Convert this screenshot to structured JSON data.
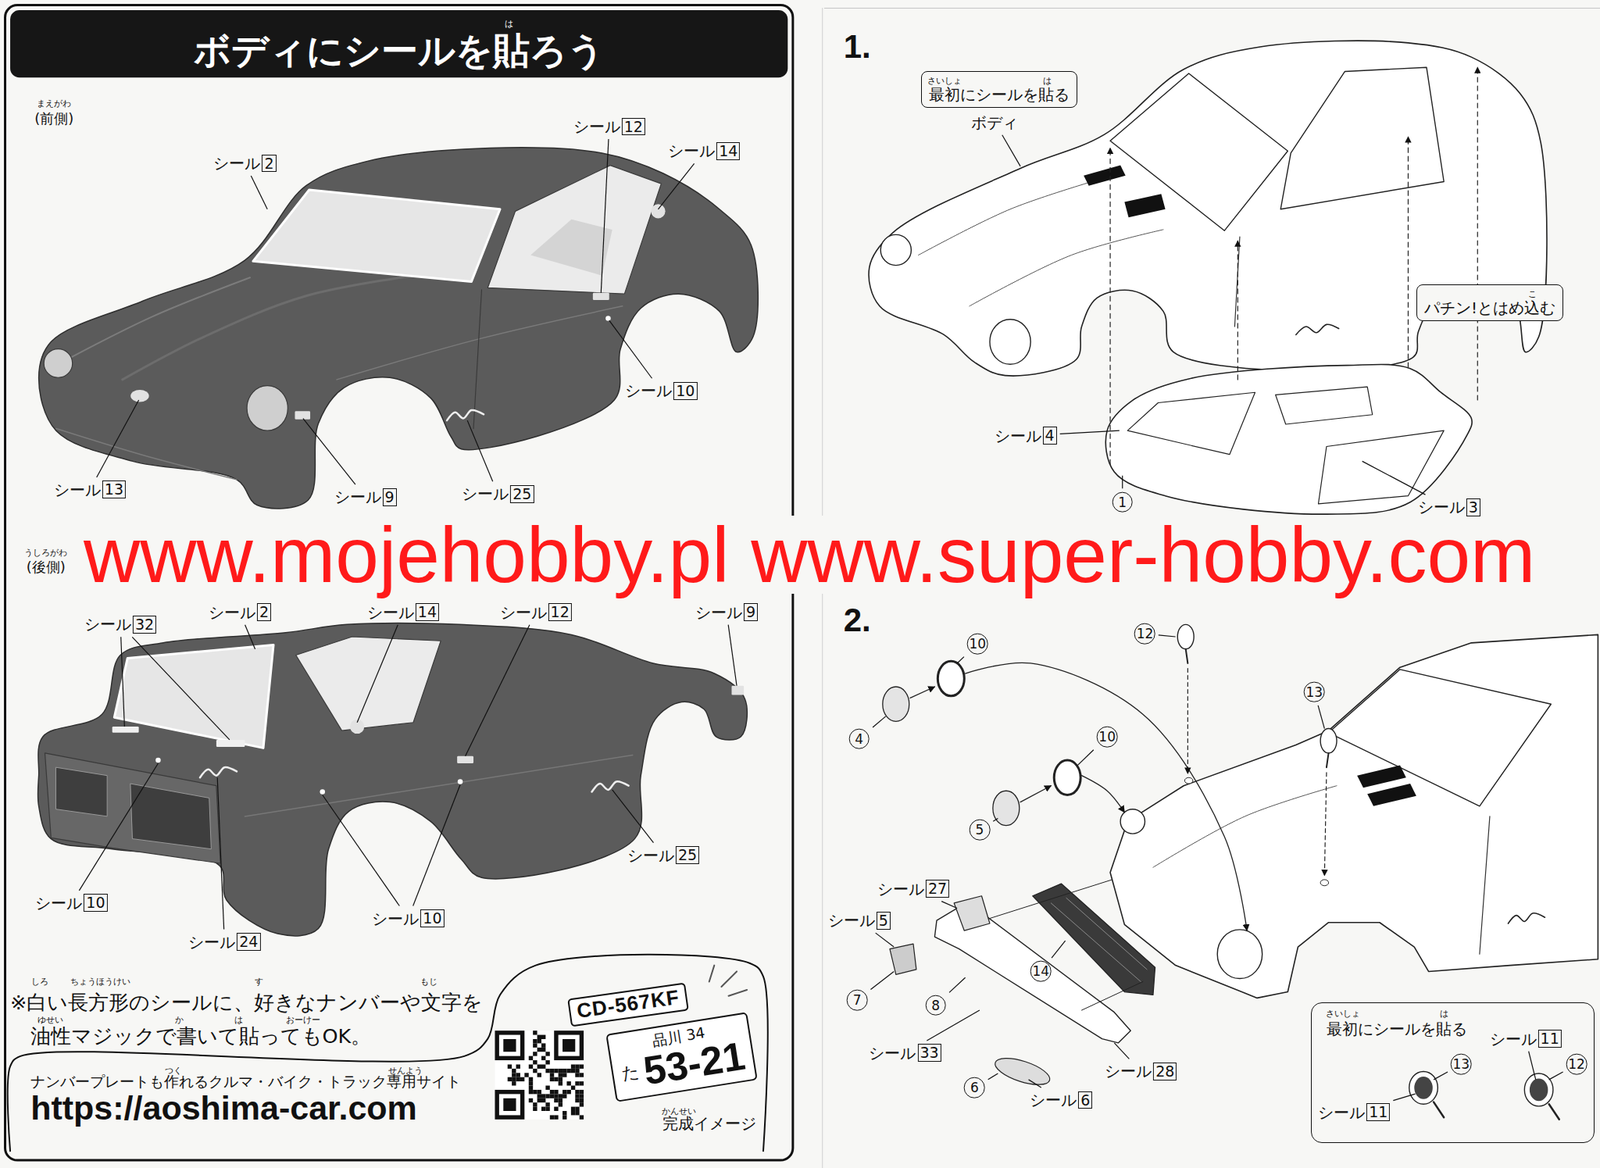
{
  "diagram": {
    "title": "ボディにシールを貼ろう",
    "nodes": [
      {
        "text": [
          "ナンバープレートも作れるクルマ・バイク・トラック専用サイト",
          "https://aoshima-car.com"
        ]
      },
      {
        "text": [
          "CD-567KF"
        ]
      },
      {
        "text": [
          "品川 34",
          "た",
          "53-21"
        ]
      },
      {
        "text": [
          "最初にシールを貼る"
        ]
      },
      {
        "text": [
          "パチン!とはめ込む"
        ]
      },
      {
        "text": [
          "最初にシールを貼る"
        ]
      }
    ],
    "labels": [
      "(前側)",
      "まえがわ",
      "シール",
      "2",
      "シール",
      "12",
      "シール",
      "14",
      "シール",
      "10",
      "シール",
      "13",
      "シール",
      "9",
      "シール",
      "25",
      "(後側)",
      "うしろがわ",
      "シール",
      "2",
      "シール",
      "14",
      "シール",
      "12",
      "シール",
      "9",
      "シール",
      "32",
      "シール",
      "10",
      "シール",
      "24",
      "シール",
      "10",
      "シール",
      "25",
      "※白い長方形のシールに、好きなナンバーや文字を 油性マジックで書いて貼ってもOK。",
      "しろ",
      "ちょうほうけい",
      "す",
      "もじ",
      "ゆせい",
      "か",
      "は",
      "おーけー",
      "つく",
      "せんよう",
      "完成イメージ",
      "かんせい",
      "は",
      "www.mojehobby.pl www.super-hobby.com",
      "1.",
      "さいしょ",
      "は",
      "ボディ",
      "こ",
      "シール",
      "4",
      "1",
      "シール",
      "3",
      "2.",
      "10",
      "4",
      "10",
      "5",
      "12",
      "13",
      "シール",
      "27",
      "シール",
      "5",
      "7",
      "8",
      "14",
      "シール",
      "33",
      "6",
      "シール",
      "28",
      "シール",
      "6",
      "さいしょ",
      "は",
      "シール",
      "11",
      "13",
      "12",
      "シール",
      "11"
    ]
  }
}
